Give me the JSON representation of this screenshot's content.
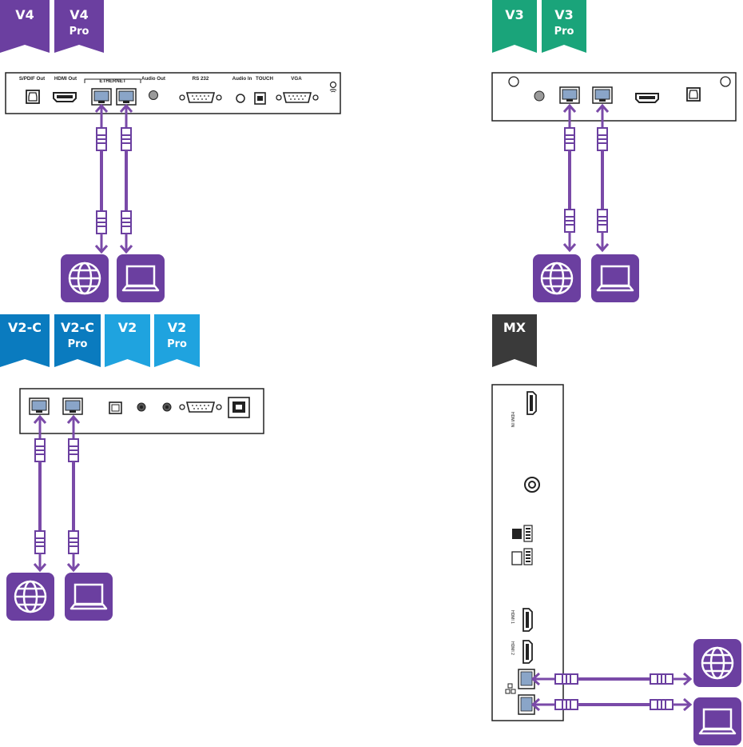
{
  "colors": {
    "purple": "#6b3fa0",
    "cable": "#7a4aa8",
    "green": "#1aa47a",
    "blue_dark": "#0a7bbf",
    "blue_light": "#1fa3df",
    "gray_dark": "#3a3a3a",
    "panel_stroke": "#222222"
  },
  "badges": {
    "v4": "V4",
    "v4pro_main": "V4",
    "v4pro_sub": "Pro",
    "v3": "V3",
    "v3pro_main": "V3",
    "v3pro_sub": "Pro",
    "v2c": "V2-C",
    "v2cpro_main": "V2-C",
    "v2cpro_sub": "Pro",
    "v2": "V2",
    "v2pro_main": "V2",
    "v2pro_sub": "Pro",
    "mx": "MX"
  },
  "v4_panel": {
    "spdif_out": "S/PDIF Out",
    "hdmi_out": "HDMI Out",
    "ethernet": "ETHERNET",
    "audio_out": "Audio Out",
    "rs232": "RS 232",
    "audio_in": "Audio In",
    "touch": "TOUCH",
    "vga": "VGA"
  },
  "mx_panel": {
    "hdmi_in": "HDMI IN",
    "hdmi1": "HDMI 1",
    "hdmi2": "HDMI 2"
  },
  "icons": {
    "globe": "globe-icon",
    "laptop": "laptop-icon",
    "ethernet_port": "ethernet-port-icon",
    "hdmi_port": "hdmi-port-icon",
    "audio_jack": "audio-jack-icon",
    "vga_port": "vga-port-icon",
    "rs232_port": "serial-port-icon",
    "spdif_port": "optical-port-icon",
    "usb_port": "usb-port-icon"
  }
}
